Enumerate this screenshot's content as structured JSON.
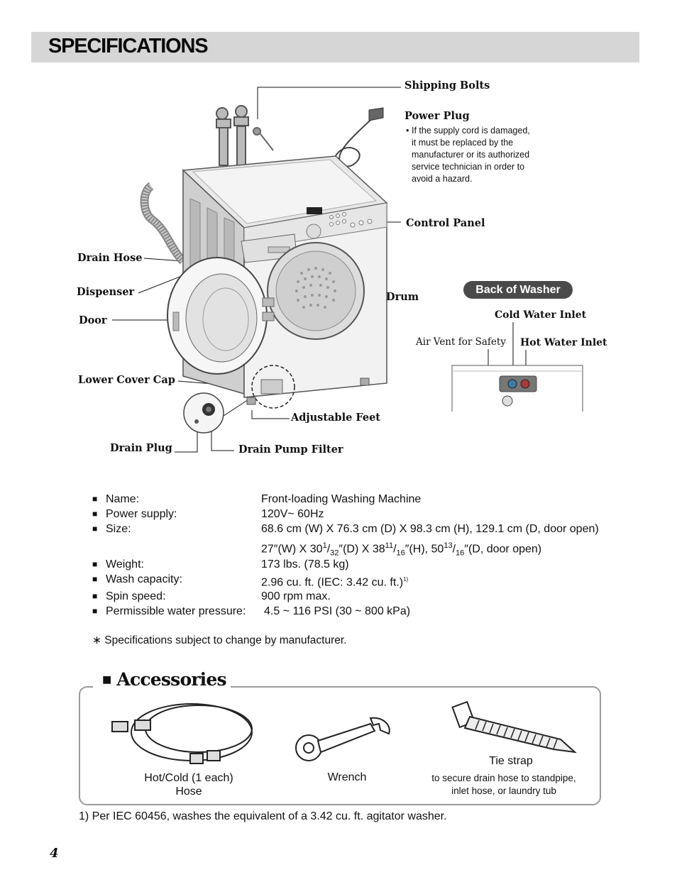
{
  "header": {
    "title": "SPECIFICATIONS"
  },
  "labels": {
    "shipping_bolts": "Shipping Bolts",
    "power_plug": "Power Plug",
    "power_plug_note": [
      "If the supply cord is damaged,",
      "it must be replaced by the",
      "manufacturer or its authorized",
      "service technician in order to",
      "avoid a hazard."
    ],
    "control_panel": "Control Panel",
    "drain_hose": "Drain Hose",
    "dispenser": "Dispenser",
    "door": "Door",
    "drum": "Drum",
    "lower_cover_cap": "Lower Cover Cap",
    "adjustable_feet": "Adjustable Feet",
    "drain_plug": "Drain Plug",
    "drain_pump_filter": "Drain Pump Filter",
    "back_of_washer": "Back of Washer",
    "cold_water_inlet": "Cold Water Inlet",
    "air_vent": "Air Vent for Safety",
    "hot_water_inlet": "Hot Water Inlet"
  },
  "specs": [
    {
      "key": "Name:",
      "value": "Front-loading Washing Machine"
    },
    {
      "key": "Power supply:",
      "value": "120V~ 60Hz"
    },
    {
      "key": "Size:",
      "value": "68.6 cm (W) X 76.3 cm (D) X 98.3 cm (H), 129.1 cm (D, door open)"
    },
    {
      "key": "Weight:",
      "value": "173 lbs. (78.5 kg)"
    },
    {
      "key": "Wash capacity:",
      "value": "2.96 cu. ft. (IEC: 3.42 cu. ft.)",
      "sup": "1)"
    },
    {
      "key": "Spin speed:",
      "value": "900 rpm max."
    },
    {
      "key": "Permissible water pressure:",
      "value": "4.5 ~ 116 PSI (30 ~ 800 kPa)"
    }
  ],
  "size_imperial": {
    "a": "27″(W) X 30",
    "a_sup": "1",
    "a_sub": "32",
    "b": "″(D) X 38",
    "b_sup": "11",
    "b_sub": "16",
    "c": "″(H), 50",
    "c_sup": "13",
    "c_sub": "16",
    "d": "″(D, door open)"
  },
  "disclaimer": "∗ Specifications subject to change by manufacturer.",
  "accessories": {
    "title": "Accessories",
    "hose_label_1": "Hot/Cold (1 each)",
    "hose_label_2": "Hose",
    "wrench_label": "Wrench",
    "tie_label": "Tie strap",
    "tie_desc_1": "to secure drain hose to standpipe,",
    "tie_desc_2": "inlet hose, or laundry tub"
  },
  "footnote": "1) Per IEC 60456, washes the equivalent of a 3.42 cu. ft. agitator washer.",
  "page_number": "4"
}
